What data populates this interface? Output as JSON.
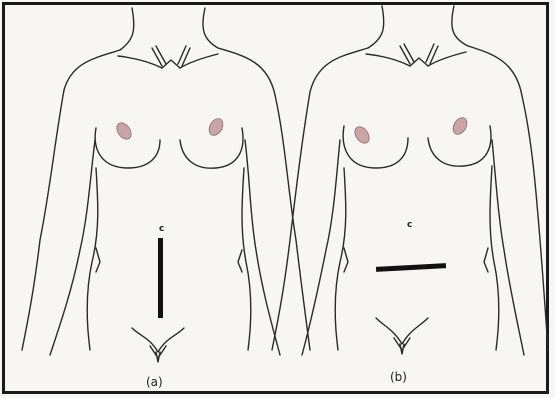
{
  "figure": {
    "panels": [
      {
        "label": "(a)",
        "umbilicus_mark": "c",
        "incision": "vertical"
      },
      {
        "label": "(b)",
        "umbilicus_mark": "c",
        "incision": "horizontal"
      }
    ]
  },
  "colors": {
    "line": "#2a2a2a",
    "incision": "#111111",
    "nipple": "#b5868a",
    "background": "#f7f6f3",
    "frame": "#1a1a1a"
  }
}
